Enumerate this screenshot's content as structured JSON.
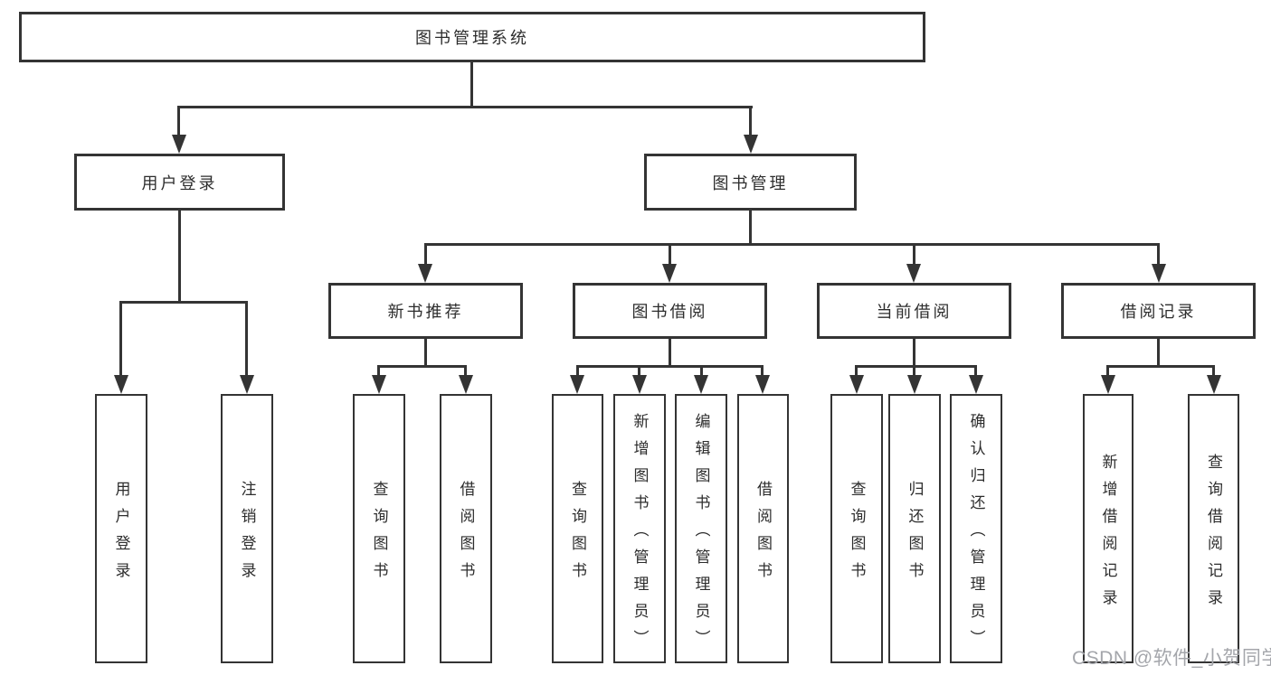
{
  "tree": {
    "root": {
      "label": "图书管理系统"
    },
    "user_login": {
      "label": "用户登录",
      "children": {
        "login": "用户登录",
        "logout": "注销登录"
      }
    },
    "book_mgmt": {
      "label": "图书管理"
    },
    "new_book": {
      "label": "新书推荐",
      "children": {
        "query": "查询图书",
        "borrow": "借阅图书"
      }
    },
    "book_borrow": {
      "label": "图书借阅",
      "children": {
        "query": "查询图书",
        "add": "新增图书（管理员）",
        "edit": "编辑图书（管理员）",
        "borrow": "借阅图书"
      }
    },
    "current_borrow": {
      "label": "当前借阅",
      "children": {
        "query": "查询图书",
        "return": "归还图书",
        "confirm": "确认归还（管理员）"
      }
    },
    "borrow_record": {
      "label": "借阅记录",
      "children": {
        "add": "新增借阅记录",
        "query": "查询借阅记录"
      }
    }
  },
  "watermark": "CSDN @软件_小贺同学",
  "colors": {
    "line": "#343434",
    "text": "#2d2d2d",
    "watermark": "#a4a6ab",
    "background": "#ffffff"
  }
}
